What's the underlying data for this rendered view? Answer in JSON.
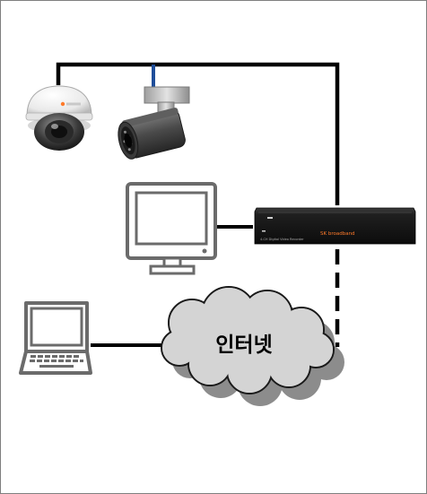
{
  "diagram": {
    "cloud_label": "인터넷",
    "nvr_brand": "SK broadband",
    "nvr_caption": "4-CH Digital Video Recorder"
  },
  "colors": {
    "frame_border": "#7f7f7f",
    "cable": "#000000",
    "camera_link": "#1f4e9a",
    "cloud_fill": "#d4d4d4",
    "cloud_shadow": "#8c8c8c",
    "monitor_stroke": "#6b6b6b",
    "nvr_body": "#1b1b1b",
    "brand_accent": "#ff7a2a"
  },
  "icons": [
    "dome-camera-icon",
    "bullet-camera-icon",
    "monitor-icon",
    "nvr-recorder-icon",
    "laptop-icon",
    "internet-cloud-icon"
  ]
}
